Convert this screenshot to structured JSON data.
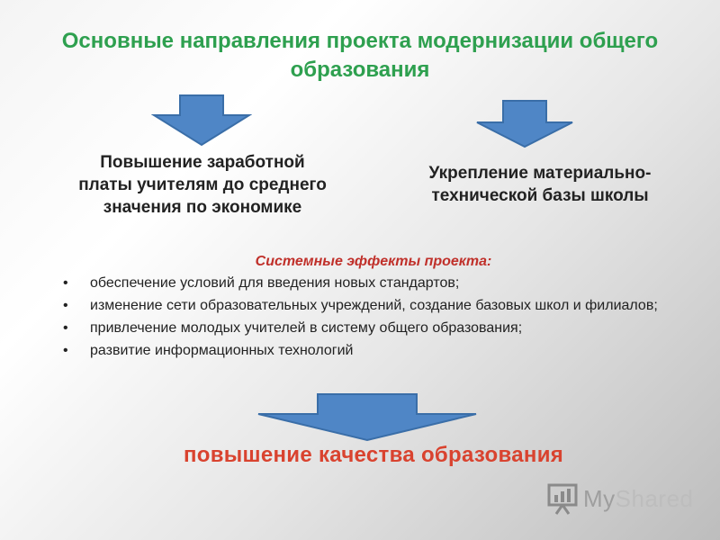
{
  "title": "Основные направления проекта модернизации общего образования",
  "directions": [
    {
      "text": "Повышение заработной платы учителям до среднего значения по экономике"
    },
    {
      "text": "Укрепление материально-технической базы школы"
    }
  ],
  "effects": {
    "heading": "Системные эффекты проекта:",
    "items": [
      "обеспечение условий для введения новых стандартов;",
      "изменение сети образовательных учреждений, создание базовых школ и филиалов;",
      "привлечение молодых учителей в систему общего образования;",
      "развитие информационных технологий"
    ]
  },
  "result": "повышение качества образования",
  "logo": {
    "my": "My",
    "shared": "Shared",
    "icon": "presentation-board-icon"
  },
  "colors": {
    "title": "#2ea04f",
    "heading": "#c0302a",
    "result": "#d9432f",
    "arrow_fill": "#4f86c6",
    "arrow_stroke": "#3a6ea8"
  }
}
